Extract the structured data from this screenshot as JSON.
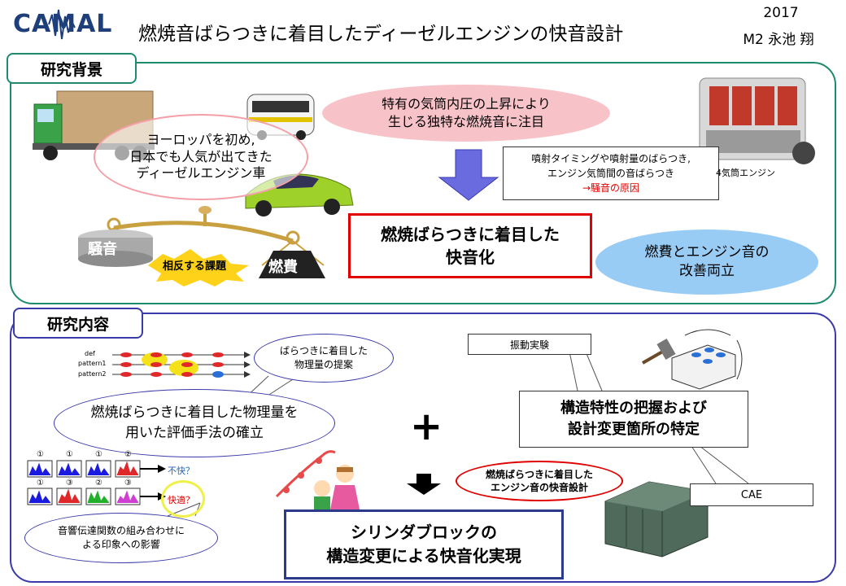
{
  "header": {
    "logo": "CAMAL",
    "title": "燃焼音ばらつきに着目したディーゼルエンジンの快音設計",
    "year": "2017",
    "author": "M2 永池 翔"
  },
  "background": {
    "label": "研究背景",
    "popular_vehicles": "ヨーロッパを初め,\n日本でも人気が出てきた\nディーゼルエンジン車",
    "pressure_focus": "特有の気筒内圧の上昇により\n生じる独特な燃焼音に注目",
    "variation_note": "噴射タイミングや噴射量のばらつき,\nエンジン気筒間の音ばらつき",
    "noise_cause": "→騒音の原因",
    "four_cylinder": "4気筒エンジン",
    "noise": "騒音",
    "fuel": "燃費",
    "tradeoff": "相反する課題",
    "focus_box": "燃焼ばらつきに着目した\n快音化",
    "goal": "燃費とエンジン音の\n改善両立"
  },
  "research": {
    "label": "研究内容",
    "physical_quantity": "ばらつきに着目した\n物理量の提案",
    "patterns": [
      "def",
      "pattern1",
      "pattern2"
    ],
    "evaluation": "燃焼ばらつきに着目した物理量を\n用いた評価手法の確立",
    "unpleasant": "不快？",
    "pleasant": "快適？",
    "combo_numbers_row1": [
      "①",
      "①",
      "①",
      "②"
    ],
    "combo_numbers_row2": [
      "①",
      "③",
      "②",
      "③"
    ],
    "acoustic": "音響伝達関数の組み合わせに\nよる印象への影響",
    "vibration": "振動実験",
    "structure": "構造特性の把握および\n設計変更箇所の特定",
    "cae": "CAE",
    "quiet_design": "燃焼ばらつきに着目した\nエンジン音の快音設計",
    "final": "シリンダブロックの\n構造変更による快音化実現"
  },
  "colors": {
    "bg_border": "#1e8a6e",
    "rc_border": "#3a3aa8",
    "pink": "#f8c3c8",
    "blue": "#99ccf5",
    "red": "#e00000",
    "arrow": "#6b6be0"
  }
}
